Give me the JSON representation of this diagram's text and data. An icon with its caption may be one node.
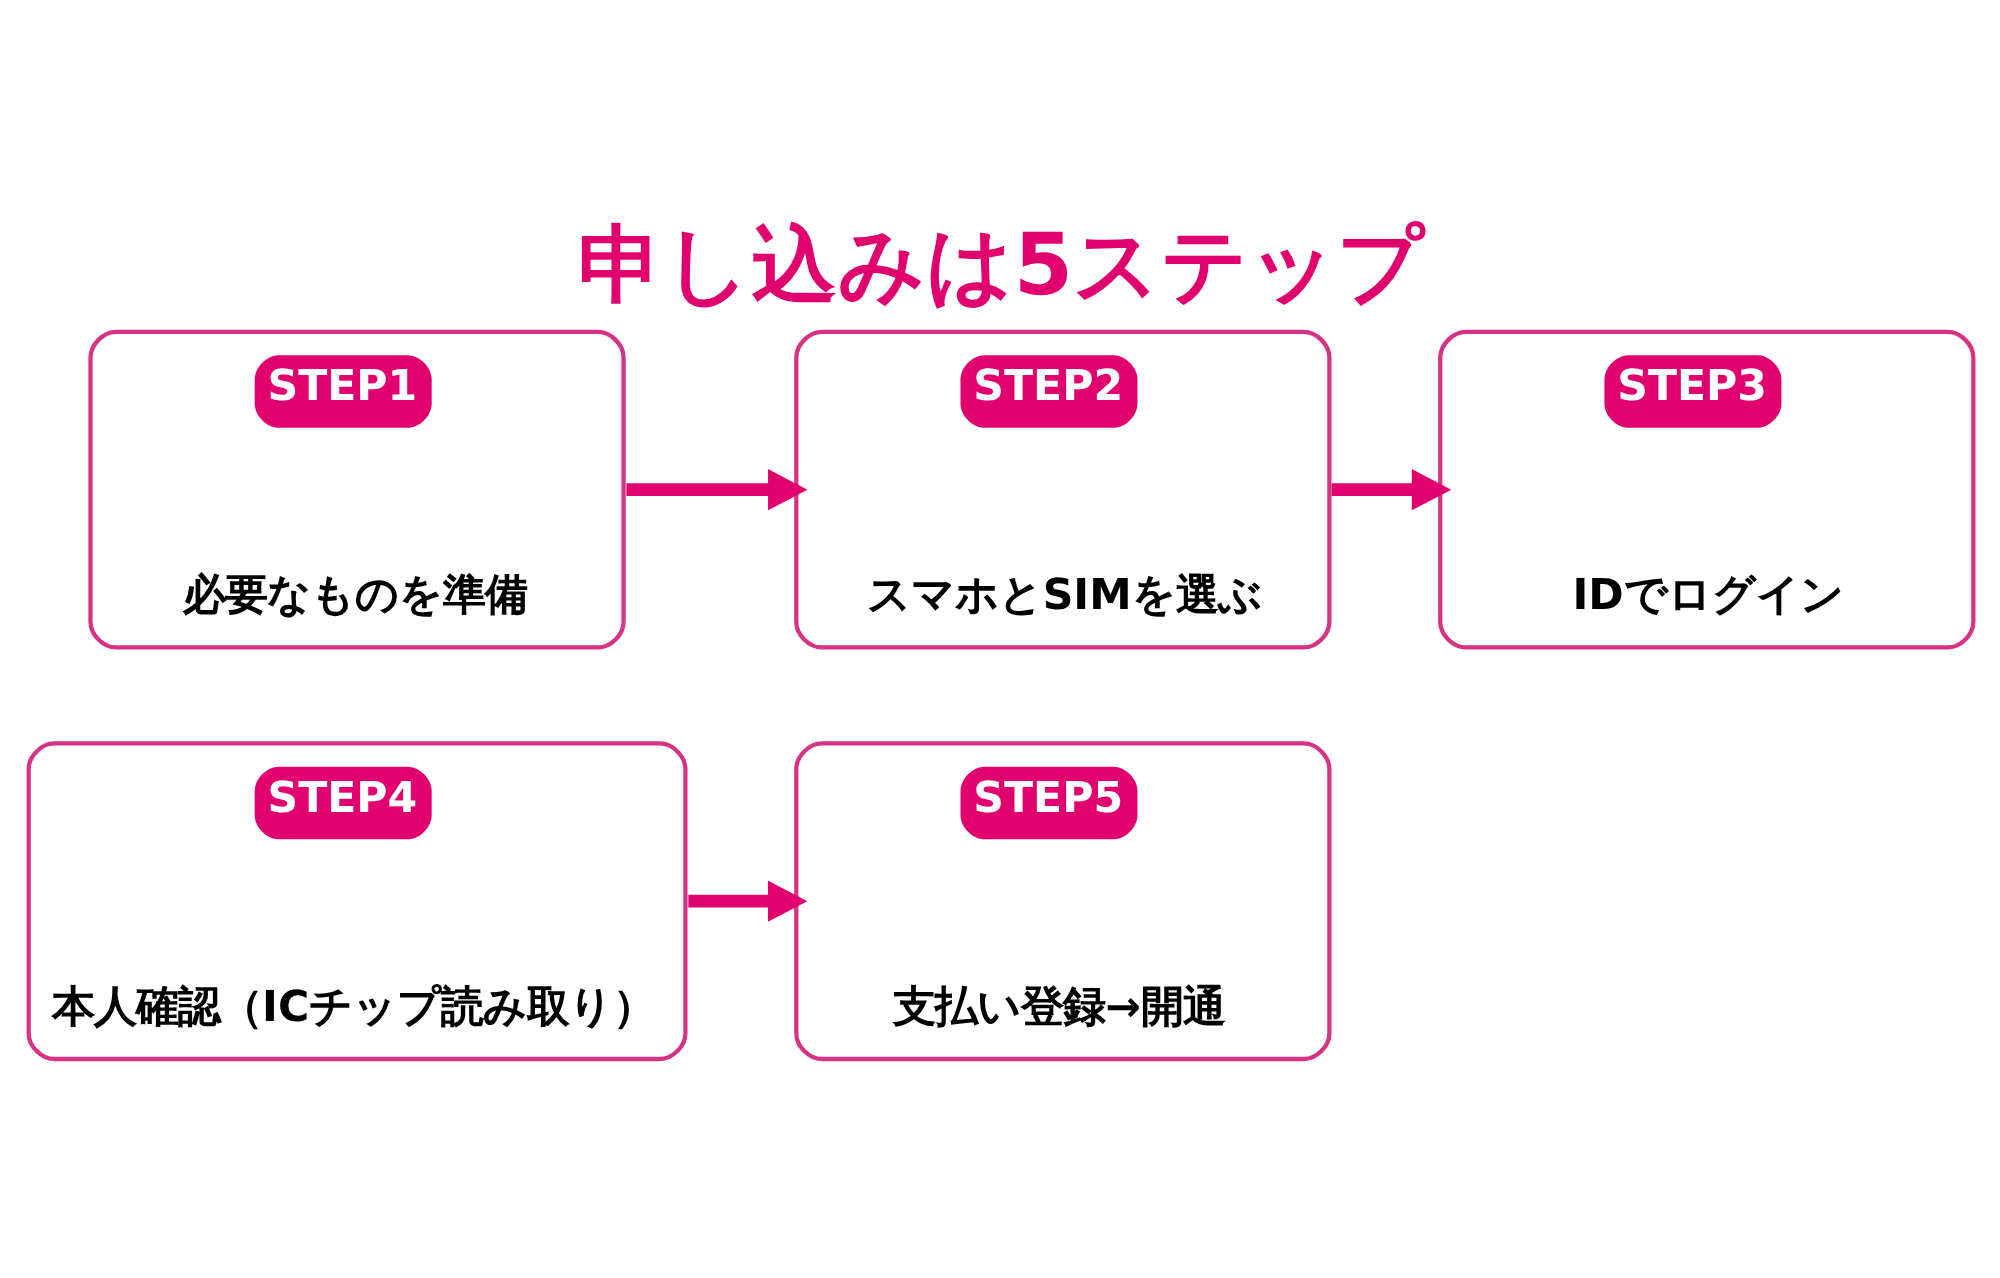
{
  "diagram": {
    "title": "申し込みは5ステップ",
    "nodes": [
      {
        "text": [
          "STEP1",
          "必要なものを準備"
        ]
      },
      {
        "text": [
          "STEP2",
          "スマホとSIMを選ぶ"
        ]
      },
      {
        "text": [
          "STEP3",
          "IDでログイン"
        ]
      },
      {
        "text": [
          "STEP4",
          "本人確認（ICチップ読み取り）"
        ]
      },
      {
        "text": [
          "STEP5",
          "支払い登録→開通"
        ]
      }
    ],
    "edges": [
      {
        "from": 0,
        "to": 1,
        "arrow": "to"
      },
      {
        "from": 1,
        "to": 2,
        "arrow": "to"
      },
      {
        "from": 3,
        "to": 4,
        "arrow": "to"
      }
    ]
  }
}
